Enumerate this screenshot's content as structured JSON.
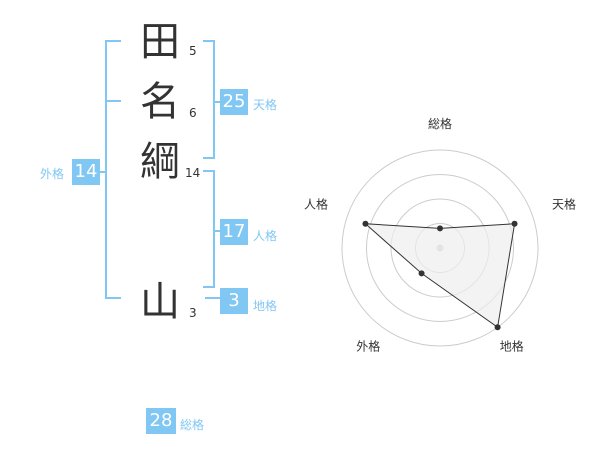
{
  "name_chars": [
    {
      "char": "田",
      "strokes": "5"
    },
    {
      "char": "名",
      "strokes": "6"
    },
    {
      "char": "綱",
      "strokes": "14"
    },
    {
      "char": "山",
      "strokes": "3"
    }
  ],
  "kaku": {
    "tenkaku": {
      "label": "天格",
      "value": "25"
    },
    "jinkaku": {
      "label": "人格",
      "value": "17"
    },
    "chikaku": {
      "label": "地格",
      "value": "3"
    },
    "gaikaku": {
      "label": "外格",
      "value": "14"
    },
    "soukaku": {
      "label": "総格",
      "value": "28"
    }
  },
  "colors": {
    "accent": "#80c7f3",
    "text": "#333333",
    "grid": "#cccccc",
    "fill": "#eeeeee"
  },
  "chart_data": {
    "type": "radar",
    "axes": [
      "総格",
      "天格",
      "地格",
      "外格",
      "人格"
    ],
    "values": [
      0.2,
      0.8,
      1.0,
      0.32,
      0.8
    ],
    "rings": 4
  }
}
